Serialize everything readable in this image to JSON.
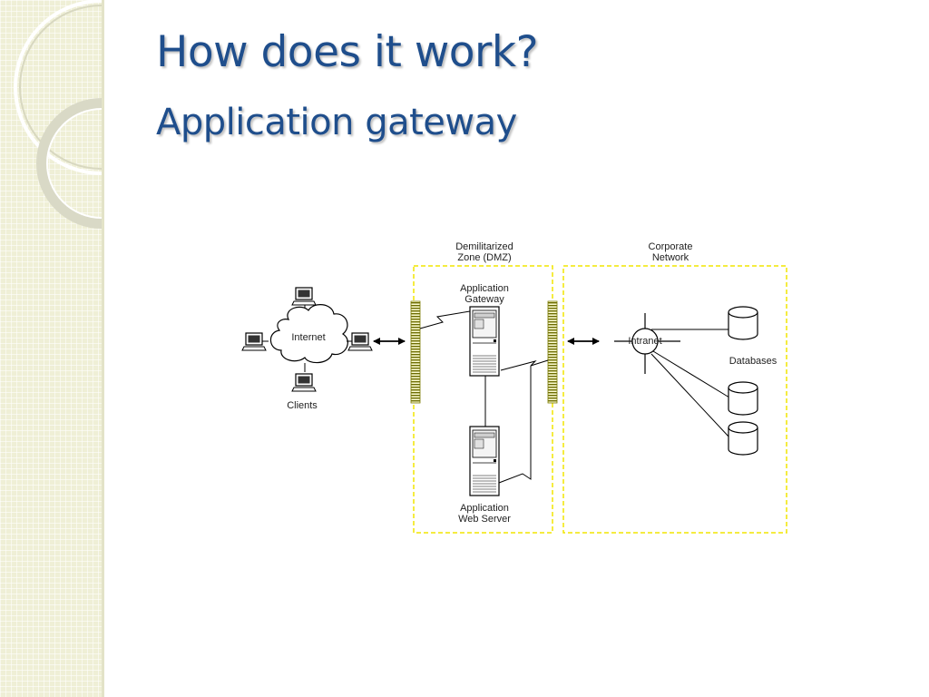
{
  "slide": {
    "title": "How does it work?",
    "subtitle": "Application gateway"
  },
  "diagram": {
    "internet_label": "Internet",
    "clients_label": "Clients",
    "dmz_label_line1": "Demilitarized",
    "dmz_label_line2": "Zone (DMZ)",
    "gateway_label_line1": "Application",
    "gateway_label_line2": "Gateway",
    "webserver_label_line1": "Application",
    "webserver_label_line2": "Web Server",
    "corporate_label_line1": "Corporate",
    "corporate_label_line2": "Network",
    "intranet_label": "Intranet",
    "databases_label": "Databases"
  },
  "colors": {
    "title": "#1f4e8c",
    "zone_border": "#f2e600",
    "firewall": "#c8c800"
  }
}
